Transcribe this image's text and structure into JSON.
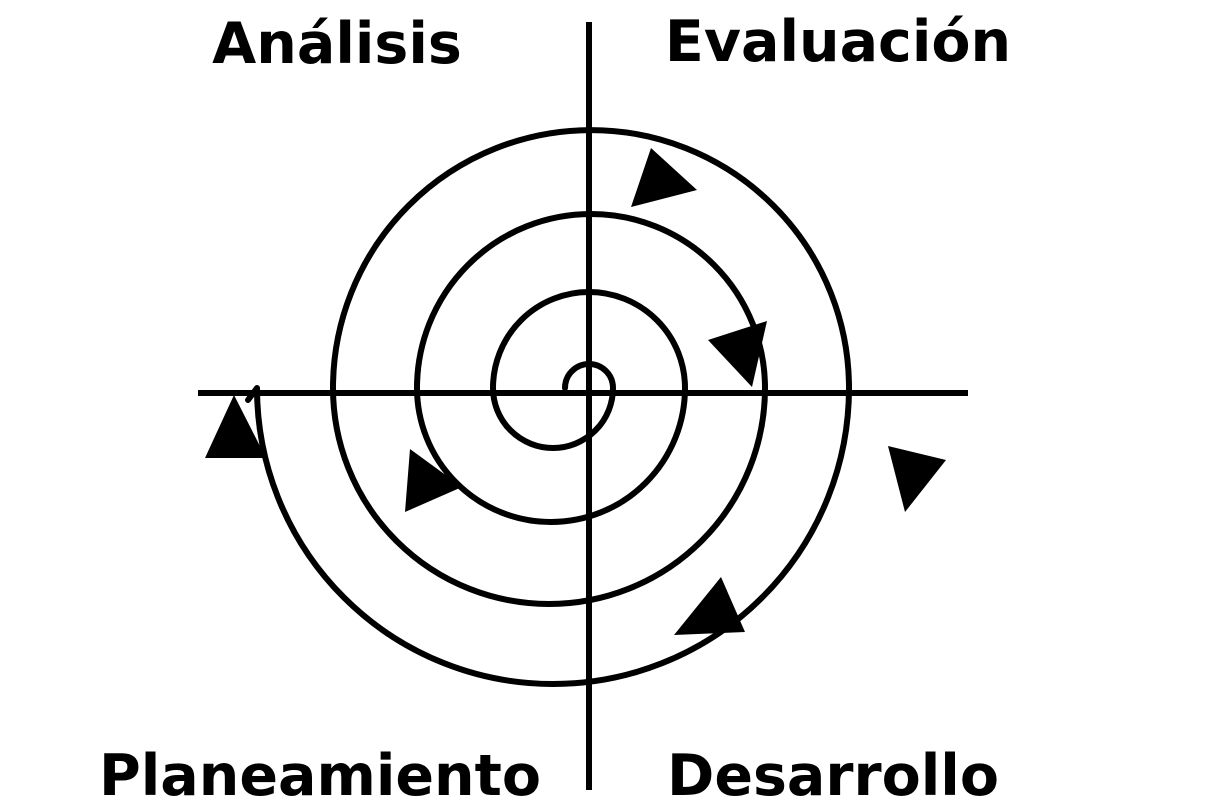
{
  "quadrants": {
    "top_left": "Análisis",
    "top_right": "Evaluación",
    "bottom_left": "Planeamiento",
    "bottom_right": "Desarrollo"
  },
  "colors": {
    "line": "#000000",
    "background": "#ffffff"
  }
}
